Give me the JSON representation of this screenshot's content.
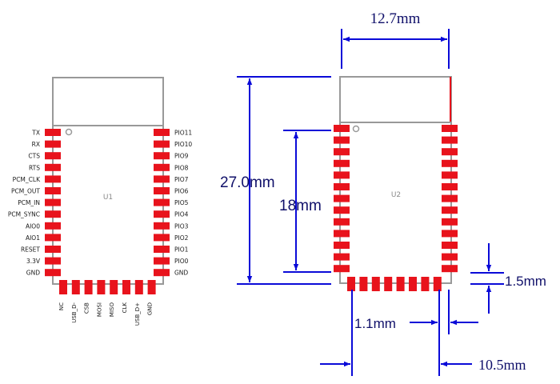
{
  "colors": {
    "pad": "#e8131c",
    "outline": "#999999",
    "dimension": "#0a0ad8",
    "dimension_text": "#10106a"
  },
  "left_module": {
    "designator": "U1",
    "left_pins": [
      "TX",
      "RX",
      "CTS",
      "RTS",
      "PCM_CLK",
      "PCM_OUT",
      "PCM_IN",
      "PCM_SYNC",
      "AIO0",
      "AIO1",
      "RESET",
      "3.3V",
      "GND"
    ],
    "right_pins": [
      "PIO11",
      "PIO10",
      "PIO9",
      "PIO8",
      "PIO7",
      "PIO6",
      "PIO5",
      "PIO4",
      "PIO3",
      "PIO2",
      "PIO1",
      "PIO0",
      "GND"
    ],
    "bottom_pins": [
      "NC",
      "USB_D-",
      "CSB",
      "MOSI",
      "MISO",
      "CLK",
      "USB_D+",
      "GND"
    ]
  },
  "right_module": {
    "designator": "U2",
    "side_pad_count": 13,
    "bottom_pad_count": 8
  },
  "dimensions": {
    "width": "12.7mm",
    "height": "27.0mm",
    "pad_span": "18mm",
    "pad_pitch": "1.5mm",
    "pad_gap": "1.1mm",
    "pad_offset": "10.5mm"
  }
}
